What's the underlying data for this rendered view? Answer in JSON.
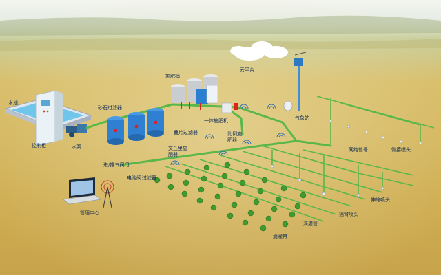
{
  "labels": {
    "water_pool": "水池",
    "control_cabinet": "控制柜",
    "water_pump": "水泵",
    "sand_filter": "砂石过滤器",
    "fertilizer_tank": "施肥桶",
    "cloud_platform": "云平台",
    "weather_station": "气象站",
    "integrated_fertilizer_machine": "一体施肥机",
    "disc_filter": "叠片过滤器",
    "proportional_fertilizer": "比例施肥器",
    "venturi_fertilizer": "文丘里施肥器",
    "air_valve": "进/排气阀门",
    "solenoid_valve": "电池阀",
    "filter": "过滤器",
    "network_signal": "网络信号",
    "lateral_sprinkler": "伸缩喷头",
    "side_sprinkler": "侧接喷头",
    "rocker_sprinkler": "摇臂喷头",
    "management_center": "管理中心",
    "drip_pipe": "滴灌管",
    "drip_tape": "滴灌带"
  },
  "colors": {
    "sky": "#e9efe7",
    "field": "#d9b85a",
    "pipe_green": "#5ab84a",
    "label_text": "#0d2a55",
    "tank_blue": "#2f7fd3",
    "plant_green": "#3f9a2f"
  },
  "icons": [
    "cloud-icon",
    "wifi-icon",
    "laptop-icon",
    "tower-icon",
    "plant-icon"
  ]
}
